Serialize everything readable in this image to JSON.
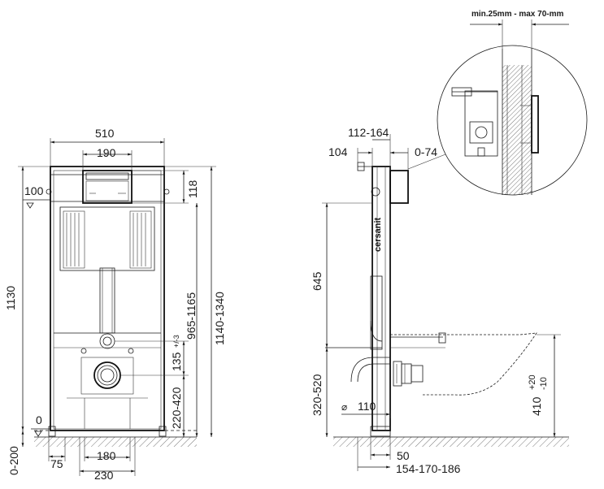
{
  "front_view": {
    "dims": {
      "width_total": "510",
      "width_flush": "190",
      "height_118": "118",
      "height_100": "100",
      "height_1130": "1130",
      "height_1140_1340": "1140-1340",
      "height_965_1165": "965-1165",
      "height_135": "135",
      "height_135_tol": "+/-3",
      "height_220_420": "220-420",
      "zero": "0",
      "zero_200": "0-200",
      "bolt_spacing": "180",
      "drain_width": "230",
      "foot_75": "75"
    }
  },
  "side_view": {
    "dims": {
      "depth_112_164": "112-164",
      "depth_104": "104",
      "depth_0_74": "0-74",
      "height_645": "645",
      "height_320_520": "320-520",
      "drain_110": "110",
      "pipe_50": "50",
      "depth_154_170_186": "154-170-186",
      "bowl_410": "410",
      "bowl_410_tol_plus": "+20",
      "bowl_410_tol_minus": "-10"
    },
    "brand_label": "cersanit"
  },
  "detail": {
    "wall_thickness": "min.25mm - max 70-mm"
  }
}
